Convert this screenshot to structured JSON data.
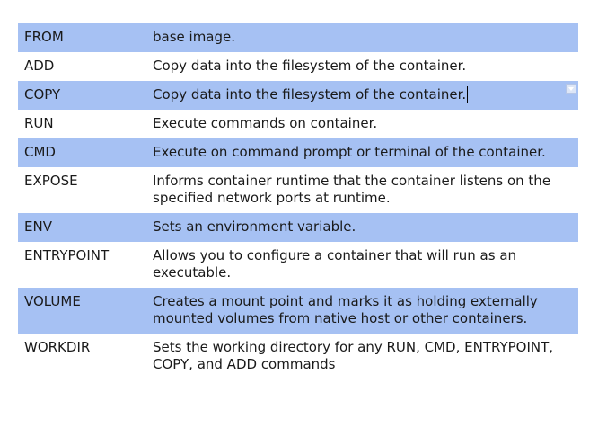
{
  "rows": [
    {
      "command": "FROM",
      "description": "base image.",
      "shaded": true
    },
    {
      "command": "ADD",
      "description": "Copy data into the filesystem of the container.",
      "shaded": false
    },
    {
      "command": "COPY",
      "description": "Copy data into the filesystem of the container.",
      "shaded": true
    },
    {
      "command": "RUN",
      "description": "Execute commands on container.",
      "shaded": false
    },
    {
      "command": "CMD",
      "description": "Execute on command prompt or terminal of the container.",
      "shaded": true
    },
    {
      "command": "EXPOSE",
      "description": "Informs container runtime that the container listens on the specified network ports at runtime.",
      "shaded": false
    },
    {
      "command": "ENV",
      "description": "Sets an environment variable.",
      "shaded": true
    },
    {
      "command": "ENTRYPOINT",
      "description": "Allows you to configure a container that will run as an executable.",
      "shaded": false
    },
    {
      "command": "VOLUME",
      "description": "Creates a mount point and marks it as holding externally mounted volumes from native host or other containers.",
      "shaded": true
    },
    {
      "command": "WORKDIR",
      "description": "Sets the working directory for any RUN, CMD, ENTRYPOINT, COPY, and ADD commands",
      "shaded": false
    }
  ],
  "icons": {
    "row_dropdown": "dropdown-arrow-icon"
  },
  "colors": {
    "row_shade": "#a6c1f3",
    "row_plain": "#ffffff"
  }
}
